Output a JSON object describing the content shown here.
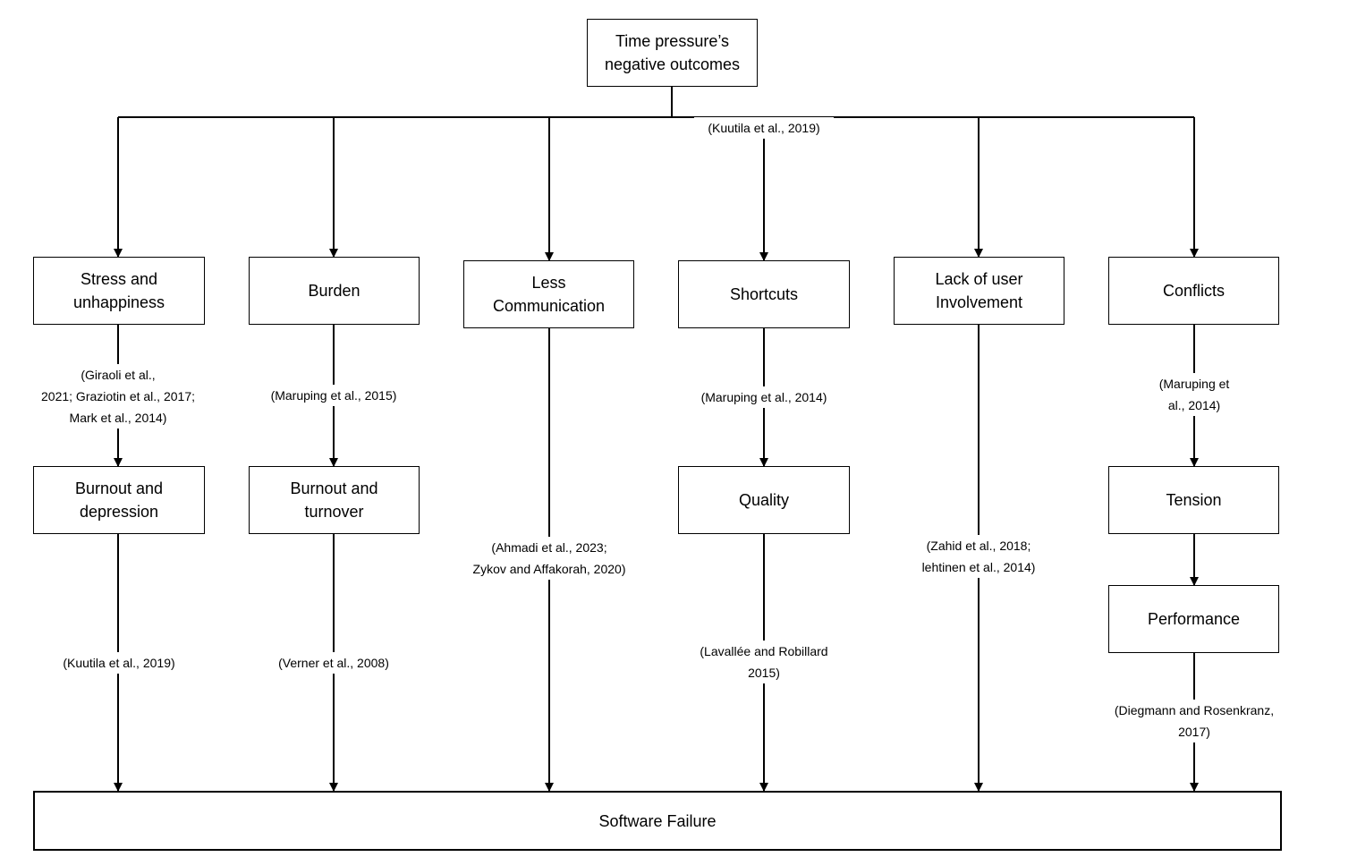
{
  "root": "Time pressure’s\nnegative outcomes",
  "root_citation": "(Kuutila et al., 2019)",
  "columns": [
    {
      "first": "Stress and\nunhappiness",
      "cite1": "(Giraoli et al.,\n2021; Graziotin et al., 2017;\nMark et al., 2014)",
      "second": "Burnout and\ndepression",
      "cite2": "(Kuutila et al., 2019)"
    },
    {
      "first": "Burden",
      "cite1": "(Maruping et al., 2015)",
      "second": "Burnout and\nturnover",
      "cite2": "(Verner et al., 2008)"
    },
    {
      "first": "Less\nCommunication",
      "cite_direct": "(Ahmadi et al., 2023;\nZykov and Affakorah, 2020)"
    },
    {
      "first": "Shortcuts",
      "cite1": "(Maruping et al., 2014)",
      "second": "Quality",
      "cite2": "(Lavallée and Robillard\n2015)"
    },
    {
      "first": "Lack of user\nInvolvement",
      "cite_direct": "(Zahid et al., 2018;\nlehtinen et al., 2014)"
    },
    {
      "first": "Conflicts",
      "cite1": "(Maruping et\nal., 2014)",
      "second": "Tension",
      "third": "Performance",
      "cite2": "(Diegmann and Rosenkranz,\n2017)"
    }
  ],
  "bottom": "Software Failure"
}
